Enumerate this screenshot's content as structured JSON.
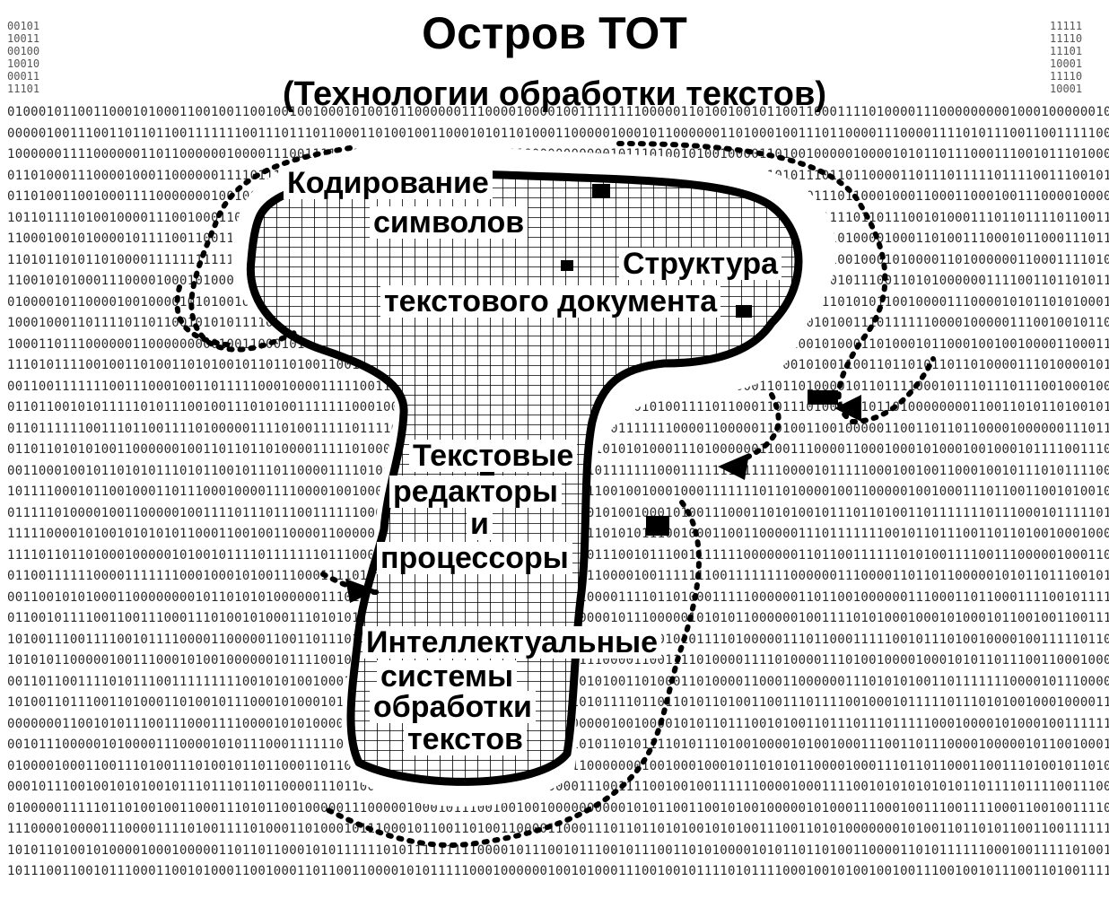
{
  "title": "Остров ТОТ",
  "subtitle": "(Технологии обработки текстов)",
  "regions": [
    {
      "id": "encoding",
      "lines": [
        "Кодирование",
        "символов"
      ]
    },
    {
      "id": "structure",
      "lines": [
        "Структура",
        "текстового документа"
      ]
    },
    {
      "id": "editors",
      "lines": [
        "Текстовые",
        "редакторы",
        "и",
        "процессоры"
      ]
    },
    {
      "id": "intelligent",
      "lines": [
        "Интеллектуальные",
        "системы",
        "обработки",
        "текстов"
      ]
    }
  ],
  "colors": {
    "ink": "#000000",
    "paper": "#ffffff",
    "binary": "#2a2a2a"
  },
  "background_pattern": "binary-digits"
}
